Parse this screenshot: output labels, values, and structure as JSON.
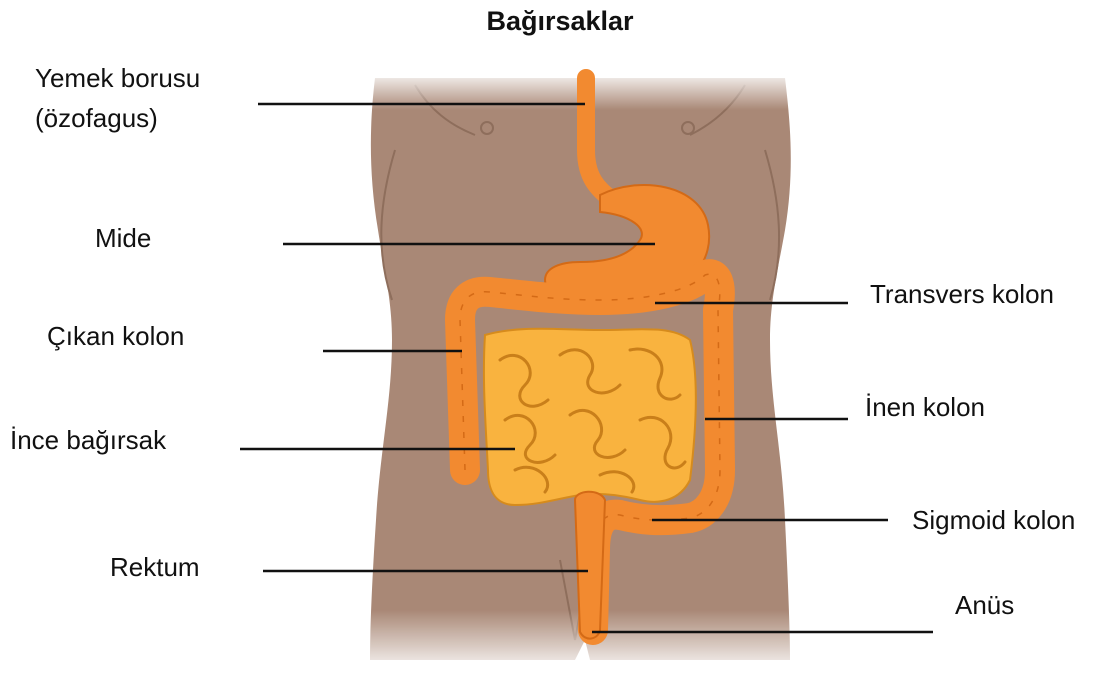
{
  "title": "Bağırsaklar",
  "labels": {
    "esophagus": "Yemek borusu (özofagus)",
    "stomach": "Mide",
    "ascending_colon": "Çıkan kolon",
    "small_intestine": "İnce bağırsak",
    "rectum": "Rektum",
    "transverse_colon": "Transvers kolon",
    "descending_colon": "İnen kolon",
    "sigmoid_colon": "Sigmoid kolon",
    "anus": "Anüs"
  },
  "colors": {
    "skin": "#a98876",
    "skin_dark": "#8e6e5c",
    "colon": "#f28a30",
    "colon_dark": "#d46a16",
    "small_intestine": "#f9b33f",
    "leader_line": "#111111"
  }
}
